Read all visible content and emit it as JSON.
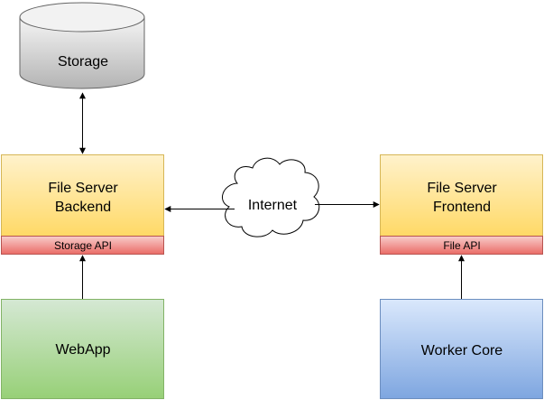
{
  "nodes": {
    "storage": {
      "label": "Storage"
    },
    "backend": {
      "line1": "File Server",
      "line2": "Backend",
      "api": "Storage API"
    },
    "internet": {
      "label": "Internet"
    },
    "frontend": {
      "line1": "File Server",
      "line2": "Frontend",
      "api": "File API"
    },
    "webapp": {
      "label": "WebApp"
    },
    "worker": {
      "label": "Worker Core"
    }
  },
  "colors": {
    "yellow_top": "#fff2cc",
    "yellow_bottom": "#ffd966",
    "yellow_stroke": "#d6b656",
    "api_top": "#f8cecc",
    "api_bottom": "#ea6b66",
    "api_stroke": "#b85450",
    "green_top": "#d5e8d4",
    "green_bottom": "#97d077",
    "green_stroke": "#82b366",
    "blue_top": "#dae8fc",
    "blue_bottom": "#7ea6e0",
    "blue_stroke": "#6c8ebf",
    "gray_top": "#f5f5f5",
    "gray_bottom": "#b3b3b3",
    "gray_stroke": "#666666"
  }
}
